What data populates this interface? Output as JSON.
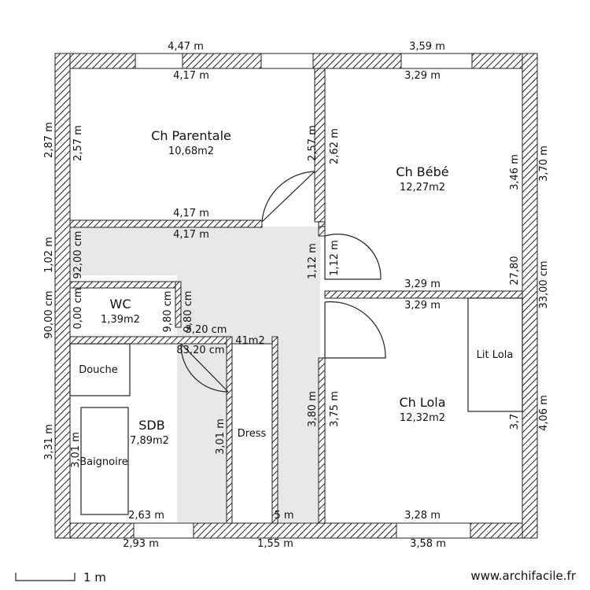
{
  "plan": {
    "rooms": {
      "parentale": {
        "name": "Ch Parentale",
        "area": "10,68m2"
      },
      "bebe": {
        "name": "Ch Bébé",
        "area": "12,27m2"
      },
      "lola": {
        "name": "Ch Lola",
        "area": "12,32m2"
      },
      "wc": {
        "name": "WC",
        "area": "1,39m2"
      },
      "sdb": {
        "name": "SDB",
        "area": "7,89m2"
      },
      "sdb_overlap": "41m2"
    },
    "furniture": {
      "douche": "Douche",
      "baignoire": "Baignoire",
      "dress": "Dress",
      "lit_lola": "Lit Lola"
    },
    "dimensions": {
      "top_left_outer": "4,47 m",
      "top_right_outer": "3,59 m",
      "parentale_top_inner": "4,17 m",
      "bebe_top_inner": "3,29 m",
      "parentale_bottom_inner": "4,17 m",
      "corridor_top": "4,17 m",
      "bebe_bottom_inner": "3,29 m",
      "lola_top_inner": "3,29 m",
      "lola_bottom_inner": "3,28 m",
      "sdb_bottom_inner": "2,63 m",
      "dress_bottom": "5 m",
      "bottom_left_outer": "2,93 m",
      "bottom_mid_outer": "1,55 m",
      "bottom_right_outer": "3,58 m",
      "left_outer_top": "2,87 m",
      "left_inner_parentale": "2,57 m",
      "left_outer_mid": "1,02 m",
      "left_inner_corridor": "92,00 cm",
      "left_outer_wc": "90,00 cm",
      "left_inner_wc": "0,00 cm",
      "left_outer_bottom": "3,31 m",
      "left_inner_sdb": "3,01 m",
      "parentale_right": "2,57 m",
      "bebe_left": "2,62 m",
      "door_1_12_a": "1,12 m",
      "door_1_12_b": "1,12 m",
      "wc_right_a": "9,80 cm",
      "wc_right_b": "9,80 cm",
      "wc_bottom_a": "3,20 cm",
      "wc_bottom_b": "83,20 cm",
      "corridor_right": "3,80 m",
      "lola_left": "3,75 m",
      "sdb_right": "3,01 m",
      "bebe_right": "3,46 m",
      "right_outer_top": "3,70 m",
      "bebe_right_b": "27,80",
      "right_outer_mid": "33,00 cm",
      "lola_right": "3,7",
      "right_outer_bottom": "4,06 m"
    },
    "scale_label": "1 m",
    "site": "www.archifacile.fr"
  }
}
